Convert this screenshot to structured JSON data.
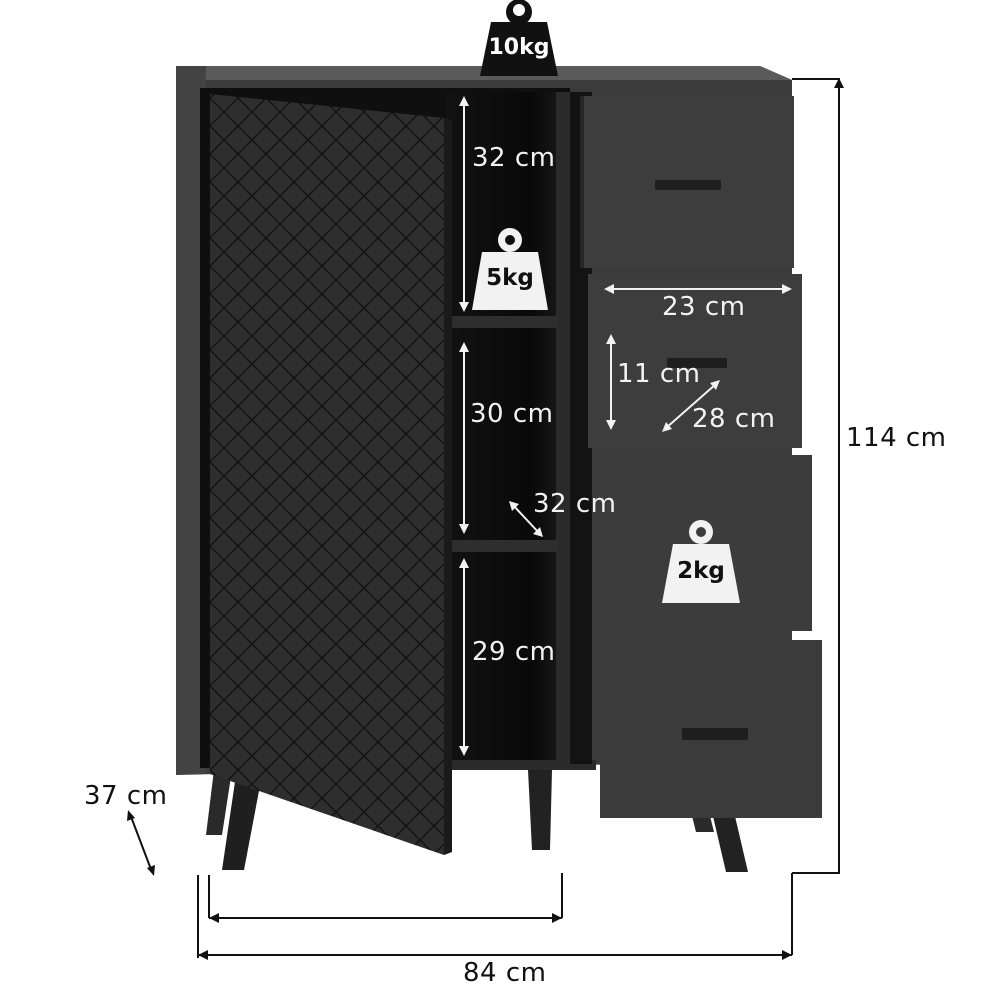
{
  "product": {
    "type": "cabinet",
    "color": "#3a3a3a",
    "door_pattern": "diamond-quilted"
  },
  "dimensions": {
    "overall_height": "114 cm",
    "overall_width": "84 cm",
    "overall_depth": "37 cm",
    "shelf_top_height": "32 cm",
    "shelf_middle_height": "30 cm",
    "shelf_bottom_height": "29 cm",
    "shelf_depth": "32 cm",
    "drawer_width": "23 cm",
    "drawer_height": "11 cm",
    "drawer_depth": "28 cm"
  },
  "weights": {
    "top_load": "10kg",
    "shelf_load": "5kg",
    "drawer_load": "2kg"
  },
  "colors": {
    "carcass": "#3b3b3b",
    "carcass_top": "#5a5a5a",
    "interior": "#0e0e0e",
    "drawer_front": "#3d3d3d",
    "door": "#2c2c2c",
    "dim_line_light": "#f2f2f2",
    "dim_line_dark": "#111111"
  }
}
